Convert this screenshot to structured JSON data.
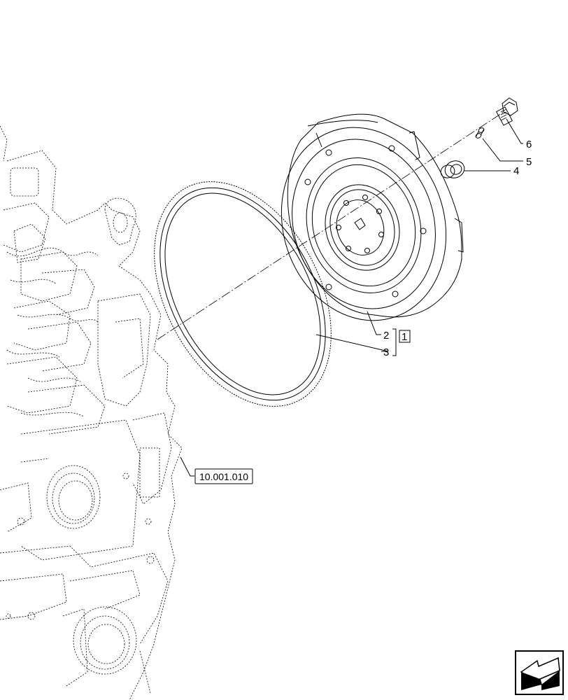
{
  "diagram": {
    "callouts": [
      {
        "id": "c6",
        "label": "6"
      },
      {
        "id": "c5",
        "label": "5"
      },
      {
        "id": "c4",
        "label": "4"
      },
      {
        "id": "c2",
        "label": "2"
      },
      {
        "id": "c3",
        "label": "3"
      }
    ],
    "assembly_box_label": "1",
    "reference_label": "10.001.010",
    "nav_icon": "arrow-icon"
  }
}
